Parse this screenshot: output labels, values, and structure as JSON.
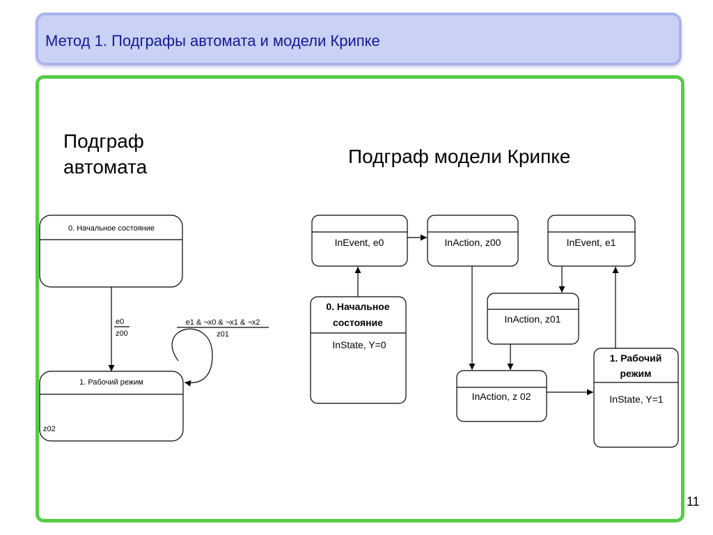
{
  "slide_title": "Метод 1. Подграфы автомата и модели Крипке",
  "page_number": "11",
  "automaton": {
    "heading_line1": "Подграф",
    "heading_line2": "автомата",
    "state0_label": "0. Начальное состояние",
    "state1_label": "1. Рабочий режим",
    "state1_action": "z02",
    "edge_event": "e0",
    "edge_output": "z00",
    "loop_condition": "e1 & ¬x0 & ¬x1 & ¬x2",
    "loop_output": "z01"
  },
  "kripke": {
    "heading": "Подграф модели Крипке",
    "node_inevent_e0": "InEvent, e0",
    "node_inaction_z00": "InAction, z00",
    "node_inevent_e1": "InEvent, e1",
    "node_inaction_z01": "InAction, z01",
    "node_inaction_z02": "InAction, z 02",
    "node_start_line1": "0. Начальное",
    "node_start_line2": "состояние",
    "node_start_state": "InState, Y=0",
    "node_work_line1": "1. Рабочий",
    "node_work_line2": "режим",
    "node_work_state": "InState, Y=1"
  }
}
